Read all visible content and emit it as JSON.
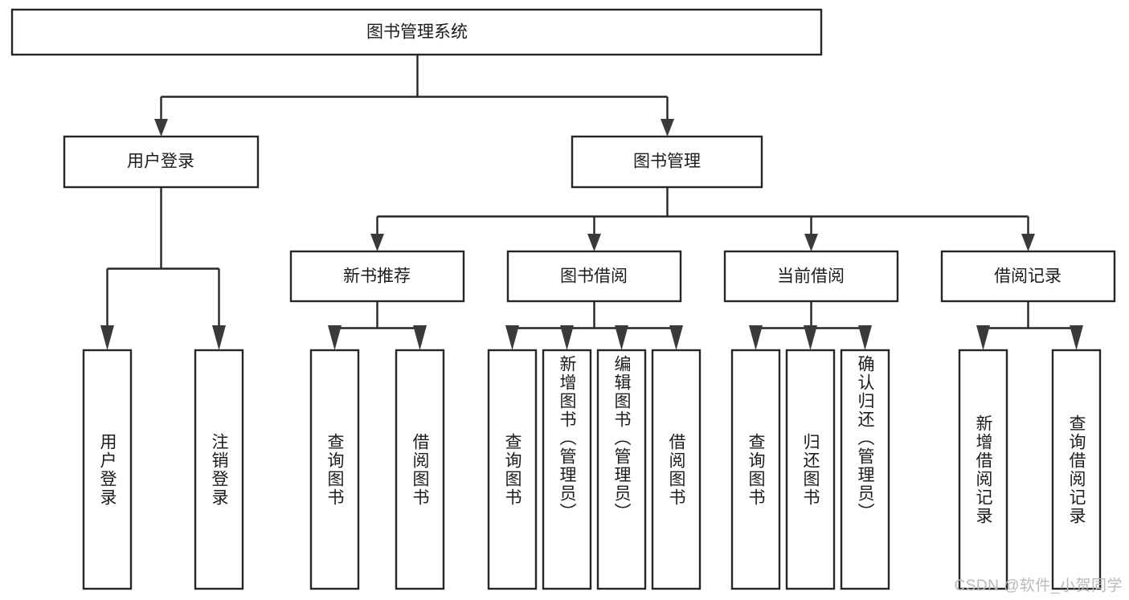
{
  "diagram": {
    "type": "tree",
    "orientation": "top-down",
    "title": "图书管理系统",
    "style": {
      "box_fill": "#ffffff",
      "box_stroke": "#262626",
      "connector_color": "#262626",
      "arrow_color": "#3a3a3a",
      "text_color": "#1c1c1c",
      "background": "#ffffff",
      "watermark_color": "#b9b9b9"
    },
    "levels": [
      {
        "level": 1,
        "nodes": [
          {
            "id": "root",
            "label": "图书管理系统",
            "text_mode": "horizontal"
          }
        ]
      },
      {
        "level": 2,
        "nodes": [
          {
            "id": "user-login",
            "label": "用户登录",
            "text_mode": "horizontal",
            "parent": "root"
          },
          {
            "id": "book-manage",
            "label": "图书管理",
            "text_mode": "horizontal",
            "parent": "root"
          }
        ]
      },
      {
        "level": 3,
        "nodes": [
          {
            "id": "new-book-rec",
            "label": "新书推荐",
            "text_mode": "horizontal",
            "parent": "book-manage"
          },
          {
            "id": "book-borrow",
            "label": "图书借阅",
            "text_mode": "horizontal",
            "parent": "book-manage"
          },
          {
            "id": "current-borrow",
            "label": "当前借阅",
            "text_mode": "horizontal",
            "parent": "book-manage"
          },
          {
            "id": "borrow-record",
            "label": "借阅记录",
            "text_mode": "horizontal",
            "parent": "book-manage"
          }
        ]
      },
      {
        "level": 4,
        "nodes": [
          {
            "id": "leaf-user-login",
            "label": "用户登录",
            "text_mode": "vertical",
            "parent": "user-login"
          },
          {
            "id": "leaf-user-logout",
            "label": "注销登录",
            "text_mode": "vertical",
            "parent": "user-login"
          },
          {
            "id": "leaf-rec-query",
            "label": "查询图书",
            "text_mode": "vertical",
            "parent": "new-book-rec"
          },
          {
            "id": "leaf-rec-borrow",
            "label": "借阅图书",
            "text_mode": "vertical",
            "parent": "new-book-rec"
          },
          {
            "id": "leaf-bb-query",
            "label": "查询图书",
            "text_mode": "vertical",
            "parent": "book-borrow"
          },
          {
            "id": "leaf-bb-add",
            "label": "新增图书（管理员）",
            "text_mode": "vertical",
            "parent": "book-borrow"
          },
          {
            "id": "leaf-bb-edit",
            "label": "编辑图书（管理员）",
            "text_mode": "vertical",
            "parent": "book-borrow"
          },
          {
            "id": "leaf-bb-borrow",
            "label": "借阅图书",
            "text_mode": "vertical",
            "parent": "book-borrow"
          },
          {
            "id": "leaf-cb-query",
            "label": "查询图书",
            "text_mode": "vertical",
            "parent": "current-borrow"
          },
          {
            "id": "leaf-cb-return",
            "label": "归还图书",
            "text_mode": "vertical",
            "parent": "current-borrow"
          },
          {
            "id": "leaf-cb-confirm",
            "label": "确认归还（管理员）",
            "text_mode": "vertical",
            "parent": "current-borrow"
          },
          {
            "id": "leaf-br-add",
            "label": "新增借阅记录",
            "text_mode": "vertical",
            "parent": "borrow-record"
          },
          {
            "id": "leaf-br-query",
            "label": "查询借阅记录",
            "text_mode": "vertical",
            "parent": "borrow-record"
          }
        ]
      }
    ],
    "edges": [
      {
        "from": "root",
        "to": "user-login"
      },
      {
        "from": "root",
        "to": "book-manage"
      },
      {
        "from": "book-manage",
        "to": "new-book-rec"
      },
      {
        "from": "book-manage",
        "to": "book-borrow"
      },
      {
        "from": "book-manage",
        "to": "current-borrow"
      },
      {
        "from": "book-manage",
        "to": "borrow-record"
      },
      {
        "from": "user-login",
        "to": "leaf-user-login"
      },
      {
        "from": "user-login",
        "to": "leaf-user-logout"
      },
      {
        "from": "new-book-rec",
        "to": "leaf-rec-query"
      },
      {
        "from": "new-book-rec",
        "to": "leaf-rec-borrow"
      },
      {
        "from": "book-borrow",
        "to": "leaf-bb-query"
      },
      {
        "from": "book-borrow",
        "to": "leaf-bb-add"
      },
      {
        "from": "book-borrow",
        "to": "leaf-bb-edit"
      },
      {
        "from": "book-borrow",
        "to": "leaf-bb-borrow"
      },
      {
        "from": "current-borrow",
        "to": "leaf-cb-query"
      },
      {
        "from": "current-borrow",
        "to": "leaf-cb-return"
      },
      {
        "from": "current-borrow",
        "to": "leaf-cb-confirm"
      },
      {
        "from": "borrow-record",
        "to": "leaf-br-add"
      },
      {
        "from": "borrow-record",
        "to": "leaf-br-query"
      }
    ]
  },
  "watermark": {
    "text": "CSDN @软件_小贺同学"
  }
}
